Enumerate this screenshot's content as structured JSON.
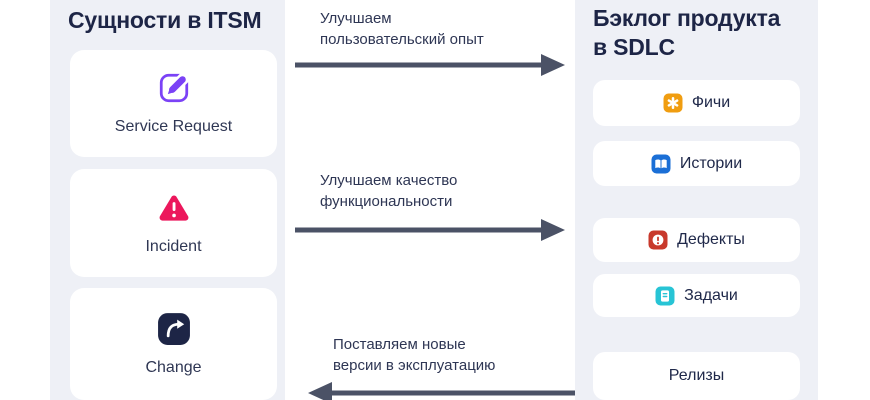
{
  "diagram": {
    "left_panel": {
      "title": "Сущности в ITSM",
      "cards": [
        {
          "label": "Service Request",
          "icon": "pencil-square-icon"
        },
        {
          "label": "Incident",
          "icon": "warning-triangle-icon"
        },
        {
          "label": "Change",
          "icon": "curved-arrow-icon"
        }
      ]
    },
    "arrows": [
      {
        "direction": "right",
        "label_lines": [
          "Улучшаем",
          "пользовательский опыт"
        ]
      },
      {
        "direction": "right",
        "label_lines": [
          "Улучшаем качество",
          "функциональности"
        ]
      },
      {
        "direction": "left",
        "label_lines": [
          "Поставляем новые",
          "версии в эксплуатацию"
        ]
      }
    ],
    "right_panel": {
      "title_lines": [
        "Бэклог продукта",
        "в SDLC"
      ],
      "items": [
        {
          "label": "Фичи",
          "icon": "feature-asterisk-icon"
        },
        {
          "label": "Истории",
          "icon": "story-book-icon"
        },
        {
          "label": "Дефекты",
          "icon": "defect-error-icon"
        },
        {
          "label": "Задачи",
          "icon": "task-document-icon"
        },
        {
          "label": "Релизы",
          "icon": null
        }
      ]
    },
    "colors": {
      "panel_bg": "#eef0f6",
      "card_bg": "#ffffff",
      "heading_text": "#1d2546",
      "body_text": "#2e3654",
      "arrow": "#4b5266",
      "service_request_purple": "#7b42f6",
      "incident_pink": "#ec175c",
      "change_navy": "#1d2546",
      "feature_orange": "#f09d10",
      "story_blue": "#1b6fd6",
      "defect_red": "#c8392c",
      "task_teal": "#27c4d5"
    }
  }
}
